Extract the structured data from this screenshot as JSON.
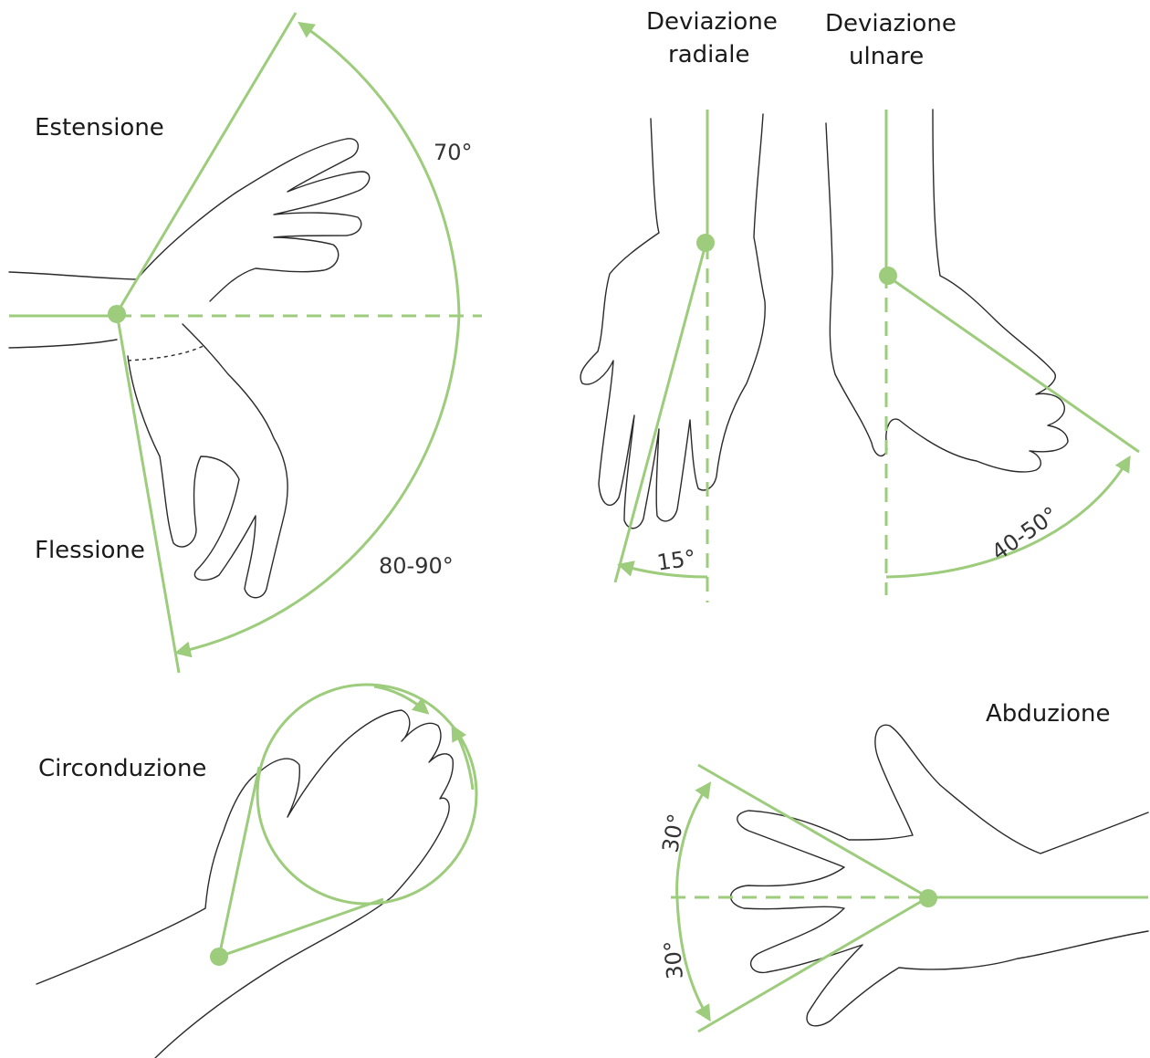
{
  "colors": {
    "accent": "#9ccc7c",
    "line": "#2a2a2a"
  },
  "labels": {
    "estensione": "Estensione",
    "flessione": "Flessione",
    "deviazione_radiale_1": "Deviazione",
    "deviazione_radiale_2": "radiale",
    "deviazione_ulnare_1": "Deviazione",
    "deviazione_ulnare_2": "ulnare",
    "circonduzione": "Circonduzione",
    "abduzione": "Abduzione"
  },
  "angles": {
    "estensione": "70°",
    "flessione": "80-90°",
    "radiale": "15°",
    "ulnare": "40-50°",
    "abduzione_up": "30°",
    "abduzione_down": "30°"
  }
}
